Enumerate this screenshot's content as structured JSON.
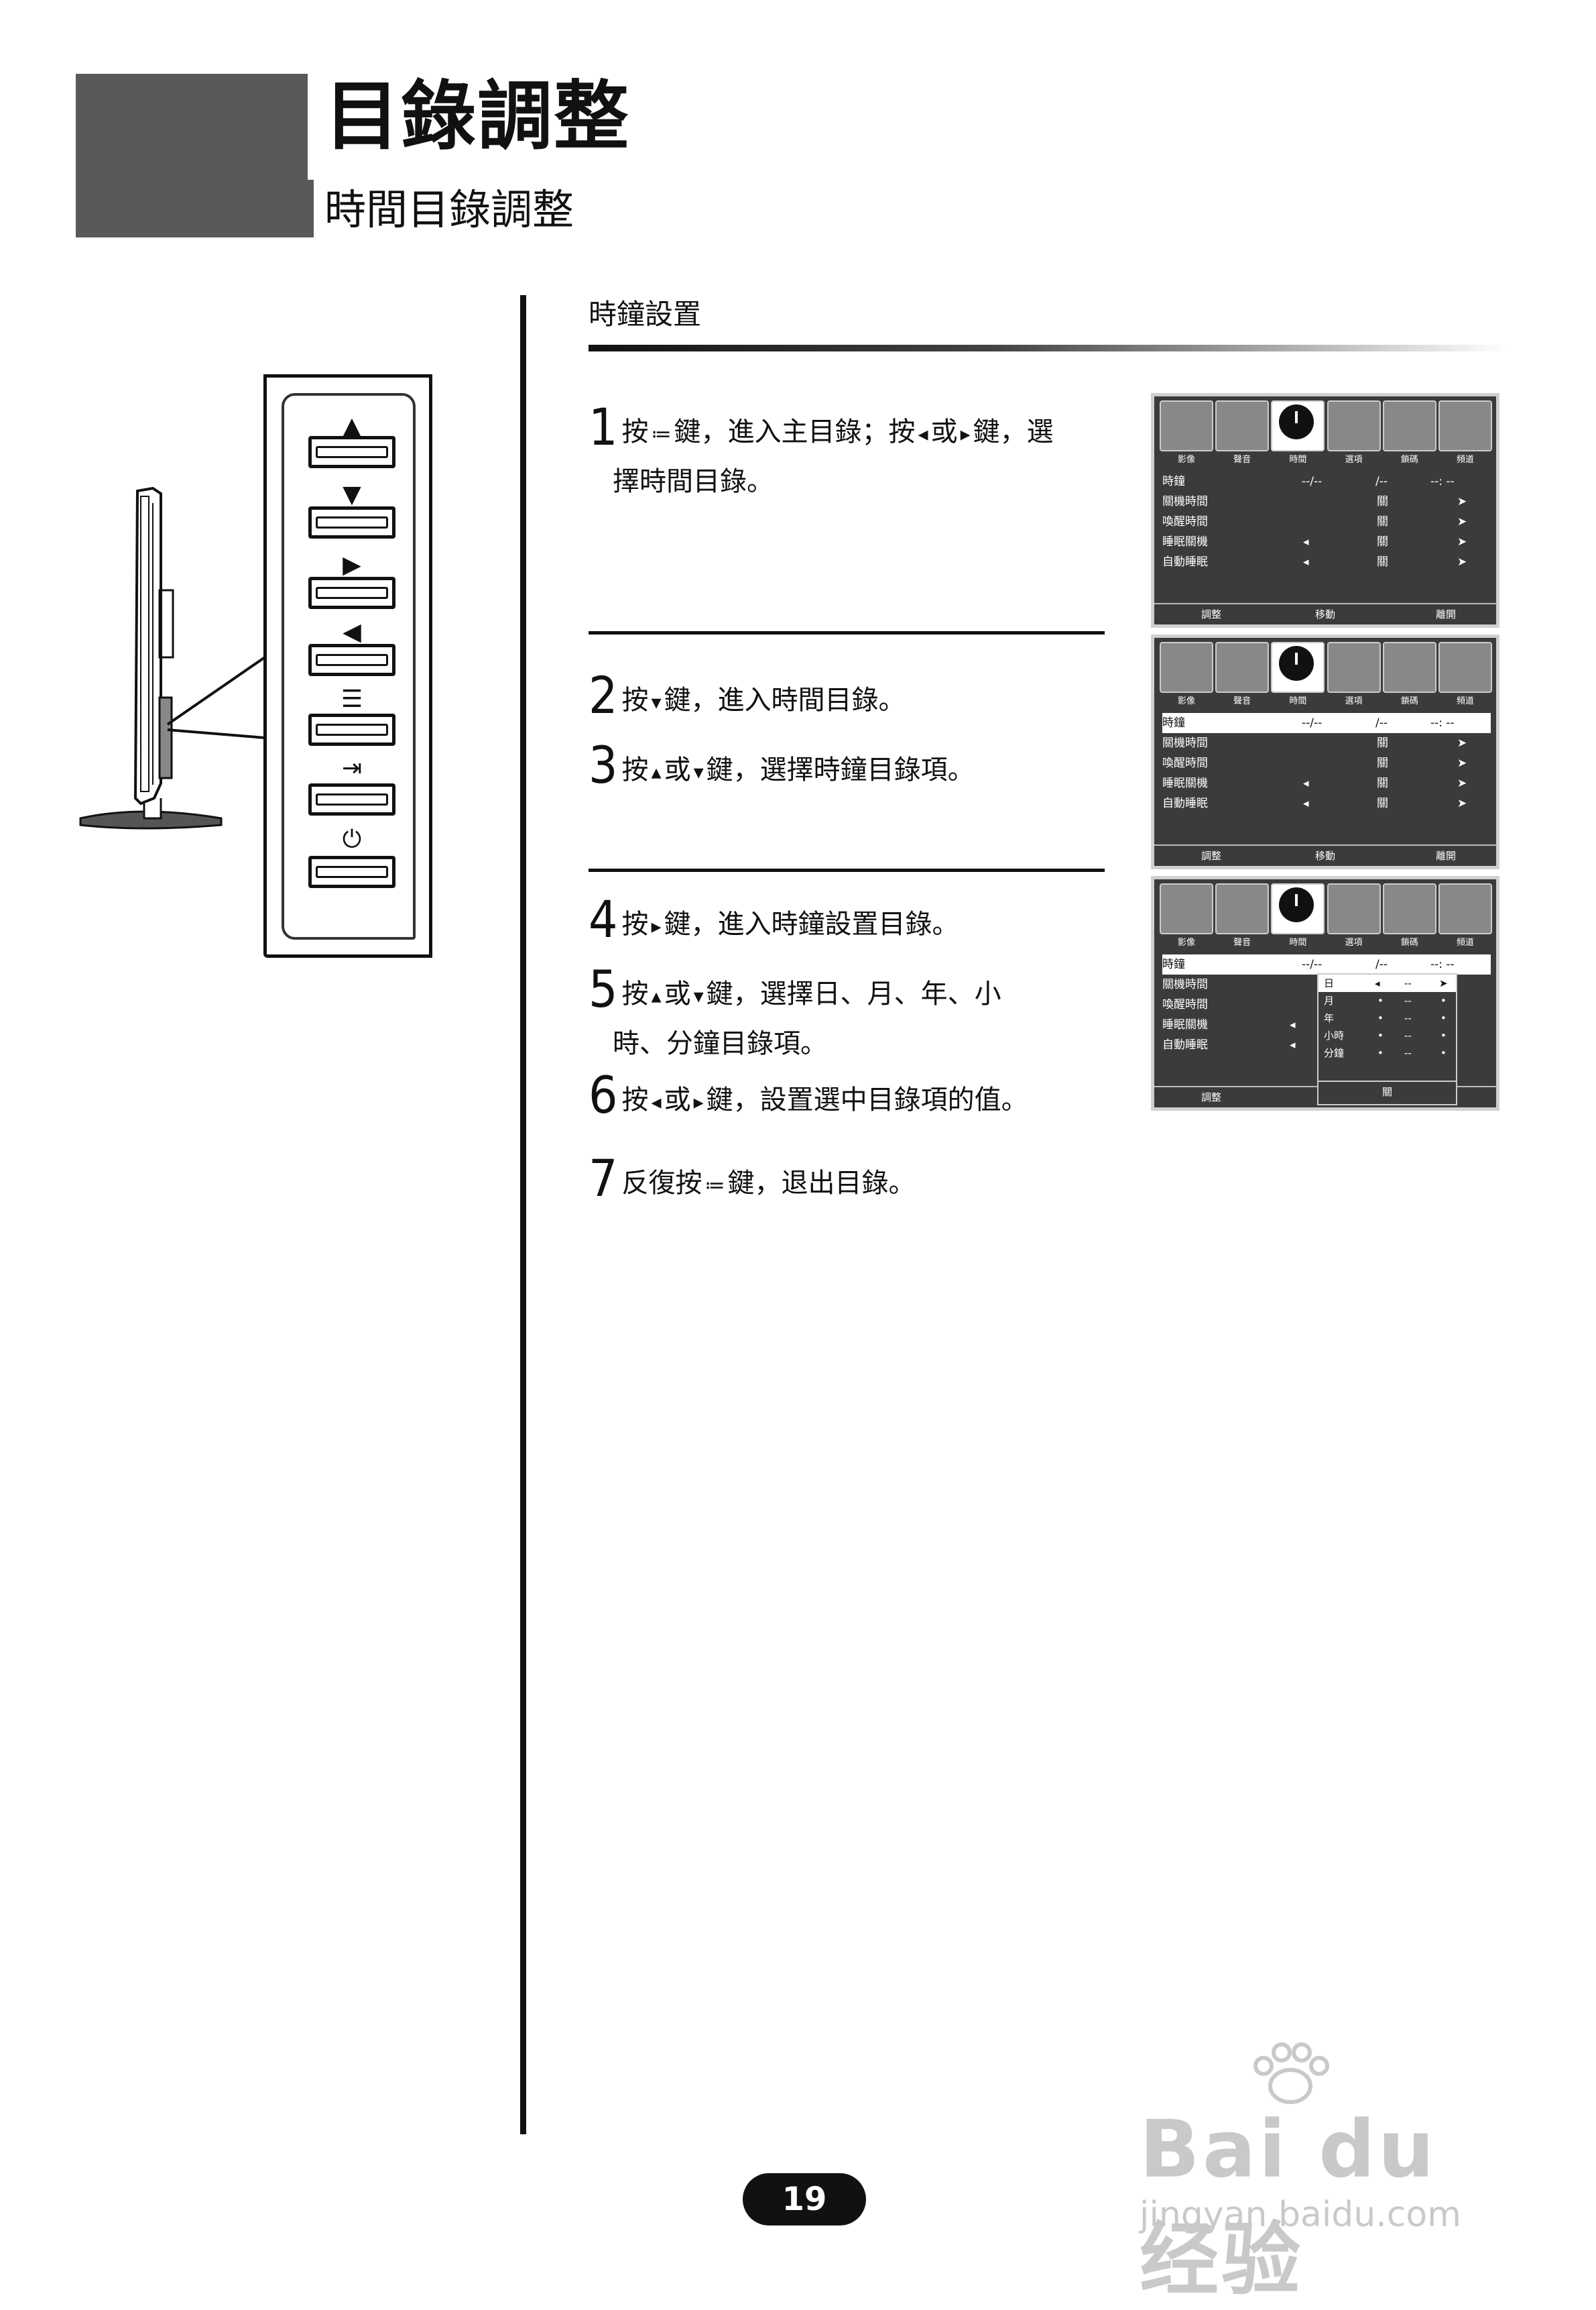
{
  "header": {
    "title": "目錄調整",
    "subtitle": "時間目錄調整"
  },
  "section": {
    "title": "時鐘設置"
  },
  "steps": [
    {
      "num": "1",
      "text_before": "按",
      "icon1": "≔",
      "text_mid": "鍵，進入主目錄；按",
      "icon2": "◂",
      "text_mid2": "或",
      "icon3": "▸",
      "text_after": "鍵，選",
      "cont": "擇時間目錄。"
    },
    {
      "num": "2",
      "text_before": "按",
      "icon1": "▾",
      "text_after": "鍵，進入時間目錄。"
    },
    {
      "num": "3",
      "text_before": "按",
      "icon1": "▴",
      "text_mid": "或",
      "icon2": "▾",
      "text_after": "鍵，選擇時鐘目錄項。"
    },
    {
      "num": "4",
      "text_before": "按",
      "icon1": "▸",
      "text_after": "鍵，進入時鐘設置目錄。"
    },
    {
      "num": "5",
      "text_before": "按",
      "icon1": "▴",
      "text_mid": "或",
      "icon2": "▾",
      "text_after": "鍵，選擇日、月、年、小",
      "cont": "時、分鐘目錄項。"
    },
    {
      "num": "6",
      "text_before": "按",
      "icon1": "◂",
      "text_mid": "或",
      "icon2": "▸",
      "text_after": "鍵，設置選中目錄項的值。"
    },
    {
      "num": "7",
      "text_before": "反復按",
      "icon1": "≔",
      "text_after": "鍵，退出目錄。"
    }
  ],
  "tv_menu": {
    "tabs": [
      "影像",
      "聲音",
      "時間",
      "選項",
      "鎖碼",
      "頻道"
    ],
    "rows": [
      {
        "label": "時鐘",
        "value": "--/--",
        "value2": "/--",
        "value3": "--: --"
      },
      {
        "label": "關機時間",
        "value": "關",
        "arrow": "➤"
      },
      {
        "label": "喚醒時間",
        "value": "關",
        "arrow": "➤"
      },
      {
        "label": "睡眠關機",
        "left_arrow": "◂",
        "value": "關",
        "arrow": "➤"
      },
      {
        "label": "自動睡眠",
        "left_arrow": "◂",
        "value": "關",
        "arrow": "➤"
      }
    ],
    "footer": {
      "adjust": "調整",
      "move": "移動",
      "exit": "離開"
    }
  },
  "clock_submenu": {
    "rows": [
      {
        "label": "日",
        "left": "◂",
        "value": "--",
        "right": "➤"
      },
      {
        "label": "月",
        "left": "•",
        "value": "--",
        "right": "•"
      },
      {
        "label": "年",
        "left": "•",
        "value": "--",
        "right": "•"
      },
      {
        "label": "小時",
        "left": "•",
        "value": "--",
        "right": "•"
      },
      {
        "label": "分鐘",
        "left": "•",
        "value": "--",
        "right": "•"
      }
    ],
    "close": "關"
  },
  "remote_keys": [
    "▲",
    "▼",
    "▶",
    "◀",
    "☰",
    "⇥",
    "⏻"
  ],
  "page_number": "19",
  "watermark": {
    "brand": "Bai du 经验",
    "url": "jingyan.baidu.com"
  }
}
